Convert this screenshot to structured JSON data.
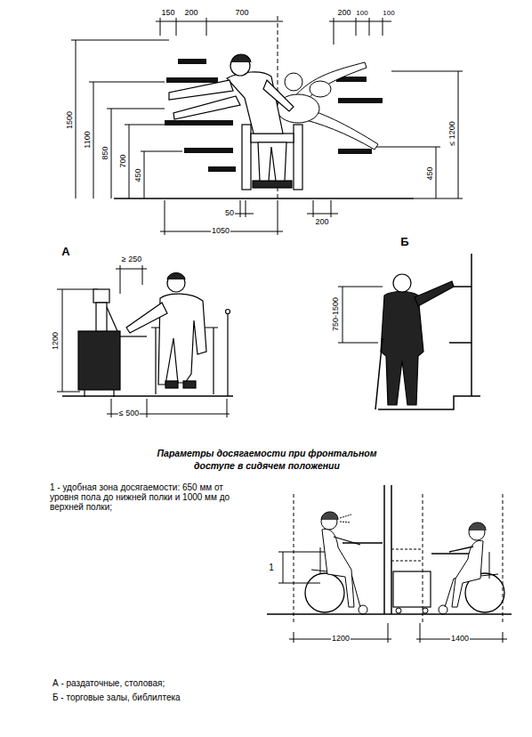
{
  "diagram": {
    "title": "Параметры досягаемости при фронтальном доступе в сидячем положении",
    "labels": [
      "150",
      "200",
      "700",
      "200",
      "100",
      "100",
      "1500",
      "1100",
      "850",
      "700",
      "450",
      "≤ 1200",
      "450",
      "50",
      "200",
      "1050",
      "А",
      "≥ 250",
      "1200",
      "≤ 500",
      "Б",
      "750-1500",
      "1 - удобная зона досягаемости: 650 мм от уровня пола до нижней полки  и 1000 мм до верхней полки;",
      "1",
      "1200",
      "1400",
      "А - раздаточные, столовая;",
      "Б - торговые залы, библилтека"
    ]
  }
}
